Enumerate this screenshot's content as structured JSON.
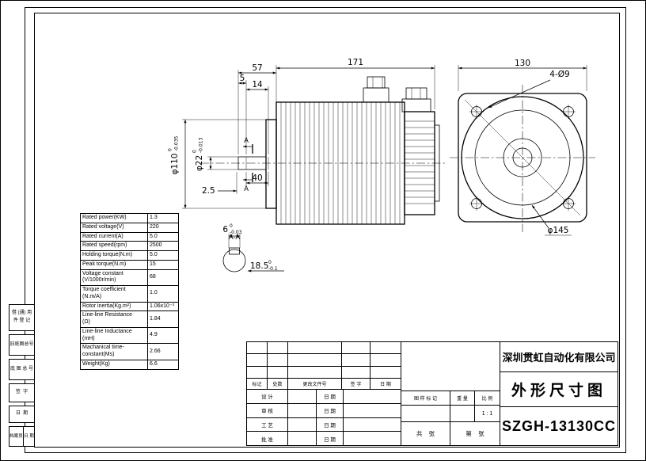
{
  "title_block": {
    "company": "深圳贯虹自动化有限公司",
    "drawing_title": "外形尺寸图",
    "model": "SZGH-13130CC",
    "scale_value": "1 : 1",
    "rev_headers": [
      "标记",
      "处数",
      "更改文件号",
      "签 字",
      "日 期"
    ],
    "sig_rows": [
      {
        "label": "设 计",
        "date_label": "日 期"
      },
      {
        "label": "审 核",
        "date_label": "日 期"
      },
      {
        "label": "工 艺",
        "date_label": "日 期"
      },
      {
        "label": "批 准",
        "date_label": "日 期"
      }
    ],
    "stamp_headers": [
      "图 样 标 记",
      "重 量",
      "比 例"
    ],
    "sheet_total": "共    张",
    "sheet_no": "第    张"
  },
  "margin_blocks": {
    "borrow_line1": "借 (通) 用",
    "borrow_line2": "件 登 记",
    "old_base_no": "旧底图总号",
    "base_no": "底 图 总 号",
    "signature": "签  字",
    "date": "日  期",
    "archivist": "档案员",
    "archive_date": "日 期"
  },
  "spec_table": {
    "rows": [
      {
        "label": "Rated power(KW)",
        "value": "1.3"
      },
      {
        "label": "Rated voltage(V)",
        "value": "220"
      },
      {
        "label": "Rated current(A)",
        "value": "5.0"
      },
      {
        "label": "Rated speed(rpm)",
        "value": "2500"
      },
      {
        "label": "Holding torque(N.m)",
        "value": "5.0"
      },
      {
        "label": "Peak torque(N.m)",
        "value": "15"
      },
      {
        "label": "Voltage constant\n(V/1000r/min)",
        "value": "68"
      },
      {
        "label": "Torque coefficient\n(N.m/A)",
        "value": "1.0"
      },
      {
        "label": "Rotor inertia(Kg.m²)",
        "value": "1.06x10⁻³"
      },
      {
        "label": "Line-line Resistance\n(Ω)",
        "value": "1.84"
      },
      {
        "label": "Line-line Inductance\n(mH)",
        "value": "4.9"
      },
      {
        "label": "Machanical time-\nconstant(Ms)",
        "value": "2.66"
      },
      {
        "label": "Weight(Kg)",
        "value": "6.6"
      }
    ]
  },
  "drawing_labels": {
    "d57": "57",
    "d171": "171",
    "d130": "130",
    "d5": "5",
    "d14": "14",
    "d40": "40",
    "d2_5": "2.5",
    "d110": "φ110",
    "d110_hi": "0",
    "d110_lo": "-0.035",
    "d22": "φ22",
    "d22_hi": "0",
    "d22_lo": "-0.013",
    "holes": "4-Ø9",
    "d145": "φ145",
    "section": "A-A",
    "mark_a": "A",
    "d6": "6",
    "d6_hi": "0",
    "d6_lo": "-0.03",
    "d18_5": "18.5",
    "d18_5_hi": "0",
    "d18_5_lo": "-0.1"
  }
}
